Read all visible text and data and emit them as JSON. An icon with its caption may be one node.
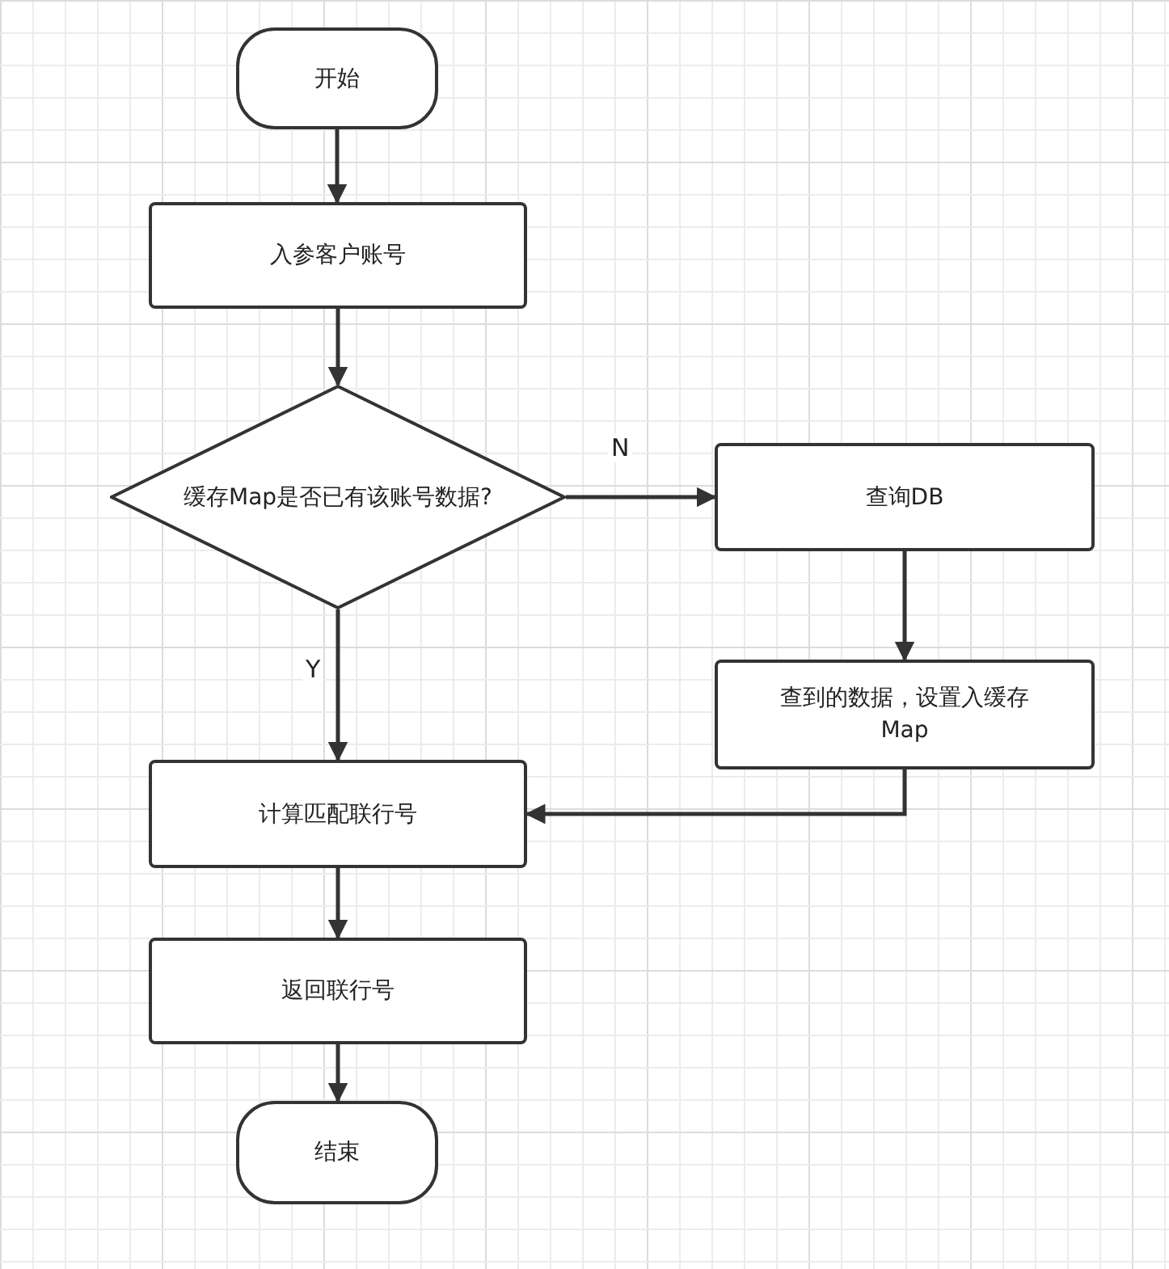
{
  "diagram": {
    "nodes": [
      {
        "text": [
          "开始"
        ]
      },
      {
        "text": [
          "入参客户账号"
        ]
      },
      {
        "text": [
          "缓存Map是否已有该账号数据?"
        ]
      },
      {
        "text": [
          "查询DB"
        ]
      },
      {
        "text": [
          "查到的数据，设置入缓存Map"
        ]
      },
      {
        "text": [
          "计算匹配联行号"
        ]
      },
      {
        "text": [
          "返回联行号"
        ]
      },
      {
        "text": [
          "结束"
        ]
      }
    ],
    "edges": [
      {
        "from": 0,
        "to": 1,
        "arrow": "to"
      },
      {
        "from": 1,
        "to": 2,
        "arrow": "to"
      },
      {
        "from": 2,
        "to": 3,
        "arrow": "to",
        "label": "N"
      },
      {
        "from": 3,
        "to": 4,
        "arrow": "to"
      },
      {
        "from": 4,
        "to": 5,
        "arrow": "to"
      },
      {
        "from": 2,
        "to": 5,
        "arrow": "to",
        "label": "Y"
      },
      {
        "from": 5,
        "to": 6,
        "arrow": "to"
      },
      {
        "from": 6,
        "to": 7,
        "arrow": "to"
      }
    ]
  }
}
